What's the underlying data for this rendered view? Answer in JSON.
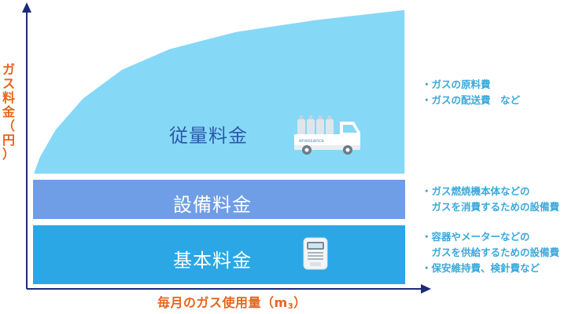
{
  "axes": {
    "y_label_chars": [
      "ガ",
      "ス",
      "料",
      "金",
      "（",
      "円",
      "）"
    ],
    "x_label": "毎月のガス使用量",
    "x_unit_open": "（m",
    "x_unit_sup": "3",
    "x_unit_close": "）",
    "color": "#e8641e"
  },
  "tiers": {
    "usage": {
      "label": "従量料金",
      "color": "#86d8f7",
      "truck_text": "enessance"
    },
    "equipment": {
      "label": "設備料金",
      "color": "#6f9ee6"
    },
    "basic": {
      "label": "基本料金",
      "color": "#2ba7e6"
    }
  },
  "notes": {
    "usage": [
      "・ガスの原料費",
      "・ガスの配送費　など"
    ],
    "equipment": [
      "・ガス燃焼機本体などの",
      "　ガスを消費するための設備費"
    ],
    "basic": [
      "・容器やメーターなどの",
      "　ガスを供給するための設備費",
      "・保安維持費、検針費など"
    ]
  },
  "colors": {
    "axis": "#1e2a78",
    "note_text": "#39a9dc"
  },
  "icons": [
    "delivery-truck-icon",
    "gas-meter-icon"
  ]
}
